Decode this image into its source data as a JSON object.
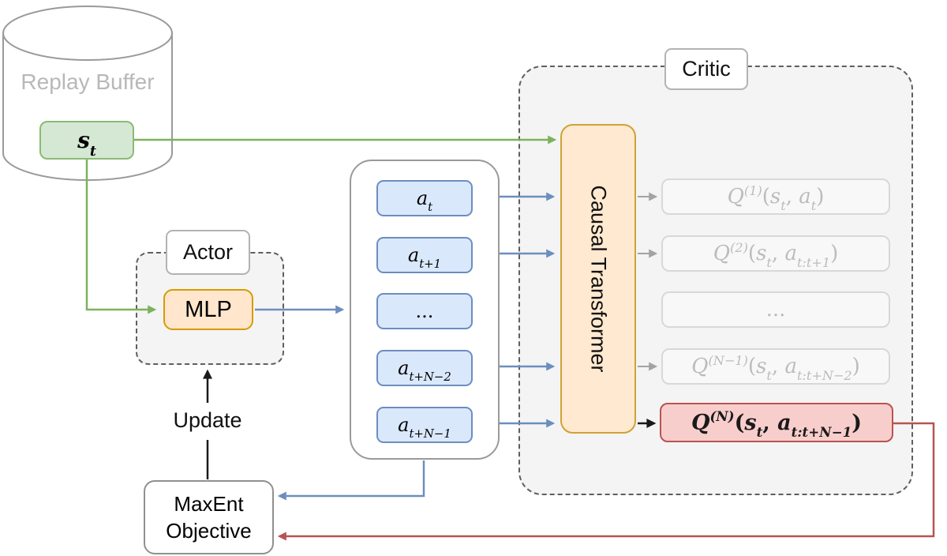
{
  "replay_buffer": {
    "label": "Replay Buffer"
  },
  "state_token": {
    "formula": [
      [
        "bi",
        "s"
      ],
      [
        "sub",
        "t"
      ]
    ]
  },
  "actor": {
    "label": "Actor",
    "mlp_label": "MLP"
  },
  "update": {
    "label": "Update"
  },
  "maxent": {
    "line1": "MaxEnt",
    "line2": "Objective"
  },
  "action_sequence": {
    "items": [
      {
        "id": "a-t",
        "formula": [
          [
            "i",
            "a"
          ],
          [
            "sub",
            "t"
          ]
        ]
      },
      {
        "id": "a-t+1",
        "formula": [
          [
            "i",
            "a"
          ],
          [
            "sub",
            "t+1"
          ]
        ]
      },
      {
        "id": "ellipsis",
        "formula": [
          [
            "n",
            "..."
          ]
        ]
      },
      {
        "id": "a-t+N-2",
        "formula": [
          [
            "i",
            "a"
          ],
          [
            "sub",
            "t+N−2"
          ]
        ]
      },
      {
        "id": "a-t+N-1",
        "formula": [
          [
            "i",
            "a"
          ],
          [
            "sub",
            "t+N−1"
          ]
        ]
      }
    ]
  },
  "critic": {
    "label": "Critic",
    "transformer_label": "Causal Transformer",
    "q_outputs": [
      {
        "id": "q-1",
        "style": "ghost",
        "formula": [
          [
            "i",
            "Q"
          ],
          [
            "sup",
            "(1)"
          ],
          [
            "n",
            "("
          ],
          [
            "i",
            "s"
          ],
          [
            "sub",
            "t"
          ],
          [
            "n",
            ", "
          ],
          [
            "i",
            "a"
          ],
          [
            "sub",
            "t"
          ],
          [
            "n",
            ")"
          ]
        ]
      },
      {
        "id": "q-2",
        "style": "ghost",
        "formula": [
          [
            "i",
            "Q"
          ],
          [
            "sup",
            "(2)"
          ],
          [
            "n",
            "("
          ],
          [
            "i",
            "s"
          ],
          [
            "sub",
            "t"
          ],
          [
            "n",
            ", "
          ],
          [
            "i",
            "a"
          ],
          [
            "sub",
            "t:t+1"
          ],
          [
            "n",
            ")"
          ]
        ]
      },
      {
        "id": "q-ellipsis",
        "style": "ghost",
        "formula": [
          [
            "n",
            "..."
          ]
        ]
      },
      {
        "id": "q-N-1",
        "style": "ghost",
        "formula": [
          [
            "i",
            "Q"
          ],
          [
            "sup",
            "(N−1)"
          ],
          [
            "n",
            "("
          ],
          [
            "i",
            "s"
          ],
          [
            "sub",
            "t"
          ],
          [
            "n",
            ", "
          ],
          [
            "i",
            "a"
          ],
          [
            "sub",
            "t:t+N−2"
          ],
          [
            "n",
            ")"
          ]
        ]
      },
      {
        "id": "q-N",
        "style": "highlight",
        "formula": [
          [
            "i",
            "Q"
          ],
          [
            "sup",
            "(N)"
          ],
          [
            "n",
            "("
          ],
          [
            "i",
            "s"
          ],
          [
            "sub",
            "t"
          ],
          [
            "n",
            ", "
          ],
          [
            "i",
            "a"
          ],
          [
            "sub",
            "t:t+N−1"
          ],
          [
            "n",
            ")"
          ]
        ]
      }
    ]
  },
  "colors": {
    "green": "#82b366",
    "green_fill": "#d5e8d4",
    "blue": "#6c8ebf",
    "blue_fill": "#dae8fc",
    "orange": "#d79b00",
    "orange_fill": "#ffe6cc",
    "red": "#b85450",
    "red_fill": "#f8cecc",
    "gray_border": "#9a9a9a",
    "ghost_text": "#bcbcbc",
    "black": "#1a1a1a"
  }
}
